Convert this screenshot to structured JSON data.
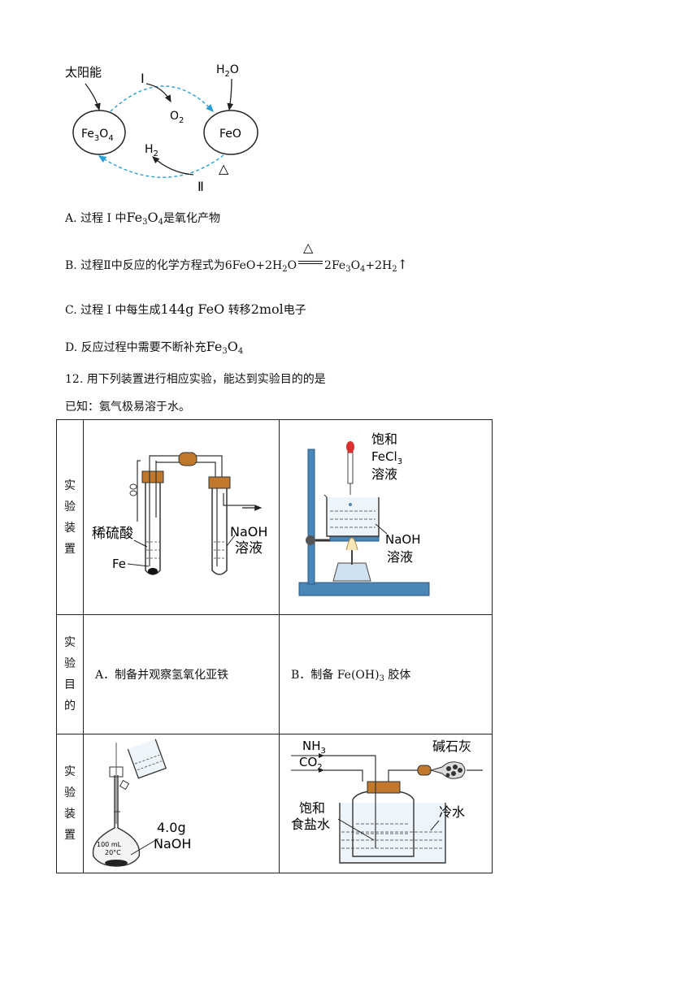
{
  "diagram": {
    "solar": "太阳能",
    "roman1": "I",
    "roman2": "Ⅱ",
    "h2o": "H",
    "h2o_sub": "2",
    "h2o_tail": "O",
    "o2": "O",
    "o2_sub": "2",
    "h2": "H",
    "h2_sub": "2",
    "fe3o4_a": "Fe",
    "fe3o4_sub1": "3",
    "fe3o4_b": "O",
    "fe3o4_sub2": "4",
    "feo": "FeO",
    "heat": "△"
  },
  "options": {
    "A": {
      "prefix": "A.  过程 I 中",
      "formula": "Fe",
      "s1": "3",
      "f2": "O",
      "s2": "4",
      "suffix": "是氧化产物"
    },
    "B": {
      "prefix": "B.  过程Ⅱ中反应的化学方程式为",
      "eq1": "6FeO+2H",
      "s1": "2",
      "eq2": "O",
      "heat": "△",
      "eq3": "2Fe",
      "s2": "3",
      "eq4": "O",
      "s3": "4",
      "eq5": "+2H",
      "s4": "2",
      "arrow": "↑"
    },
    "C": {
      "prefix": "C.  过程 I 中每生成",
      "amount": "144g FeO",
      "mid": "转移",
      "mol": "2mol",
      "suffix": "电子"
    },
    "D": {
      "prefix": "D.  反应过程中需要不断补充",
      "formula": "Fe",
      "s1": "3",
      "f2": "O",
      "s2": "4"
    }
  },
  "question": {
    "stem": "12.  用下列装置进行相应实验，能达到实验目的的是",
    "note": "已知：氨气极易溶于水。"
  },
  "table": {
    "label_device": [
      "实",
      "验",
      "装",
      "置"
    ],
    "label_purpose": [
      "实",
      "验",
      "目",
      "的"
    ],
    "purpose_A": "A．制备并观察氢氧化亚铁",
    "purpose_B_prefix": "B．制备 Fe(OH)",
    "purpose_B_sub": "3",
    "purpose_B_suffix": " 胶体",
    "img1": {
      "acid": "稀硫酸",
      "fe": "Fe",
      "naoh": "NaOH",
      "soln": "溶液"
    },
    "img2": {
      "sat": "饱和",
      "fecl": "FeCl",
      "fecl_sub": "3",
      "soln": "溶液",
      "naoh": "NaOH",
      "soln2": "溶液"
    },
    "img3": {
      "mass": "4.0g",
      "naoh": "NaOH",
      "vol": "100 mL",
      "temp": "20°C"
    },
    "img4": {
      "nh": "NH",
      "nh_sub": "3",
      "co": "CO",
      "co_sub": "2",
      "lime": "碱石灰",
      "sat": "饱和",
      "brine": "食盐水",
      "cold": "冷水"
    }
  }
}
